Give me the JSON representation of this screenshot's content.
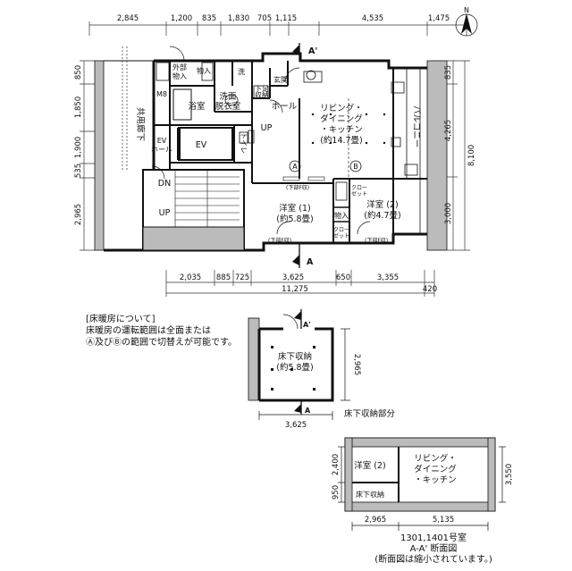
{
  "top_dims": [
    "2,845",
    "1,200",
    "835",
    "1,830",
    "705",
    "1,115",
    "4,535",
    "1,475"
  ],
  "left_dims": [
    "850",
    "1,850",
    "1,900",
    "535",
    "2,965"
  ],
  "right_dims": [
    "835",
    "4,265",
    "3,000"
  ],
  "right_total": "8,100",
  "bottom_dims": [
    "2,035",
    "885",
    "725",
    "3,625",
    "650",
    "3,355"
  ],
  "bottom_total": "11,275",
  "bottom_extra": "420",
  "section_marker": "A'",
  "section_marker_bottom": "A",
  "rooms": {
    "common_corridor": "共用廊下",
    "outside_storage": "外部\n物入",
    "storage_top": "物入",
    "wash": "洗",
    "entrance": "玄関",
    "shoe_box": "下足\n収納",
    "m8": "M8",
    "bath": "浴室",
    "washroom": "洗面\n脱衣室",
    "hall": "ホール",
    "ldk": "リビング・\nダイニング\n・キッチン",
    "ldk_size": "(約14.7畳)",
    "balcony": "バルコニー",
    "ev_hall": "EV\nホール",
    "ev": "EV",
    "toilet": "トイレ",
    "up1": "UP",
    "dn": "DN",
    "up2": "UP",
    "circle_a": "A",
    "circle_b": "B",
    "floor_storage_f": "(下部F収)",
    "closet1": "クロー\nゼット",
    "storage_mid": "物入",
    "western1": "洋室 (1)",
    "western1_size": "(約5.8畳)",
    "western2": "洋室 (2)",
    "western2_size": "(約4.7畳)",
    "closet2": "クロー\nゼット",
    "floor_storage_under1": "(下部F収)",
    "floor_storage_under2": "(下部F収)"
  },
  "note": {
    "title": "[床暖房について]",
    "line1": "床暖房の運転範囲は全面または",
    "line2": "Ⓐ及びⒷの範囲で切替えが可能です。"
  },
  "under_floor": {
    "room": "床下収納",
    "size": "(約5.8畳)",
    "dim_w": "3,625",
    "dim_h": "2,965",
    "caption": "床下収納部分"
  },
  "section": {
    "western2": "洋室 (2)",
    "ldk": "リビング・\nダイニング\n・キッチン",
    "under": "床下収納",
    "dim_2400": "2,400",
    "dim_950": "950",
    "dim_3550": "3,550",
    "dim_2965": "2,965",
    "dim_5135": "5,135",
    "caption1": "1301,1401号室",
    "caption2": "A-A' 断面図",
    "caption3": "(断面図は縮小されています。)"
  },
  "north_label": "N"
}
